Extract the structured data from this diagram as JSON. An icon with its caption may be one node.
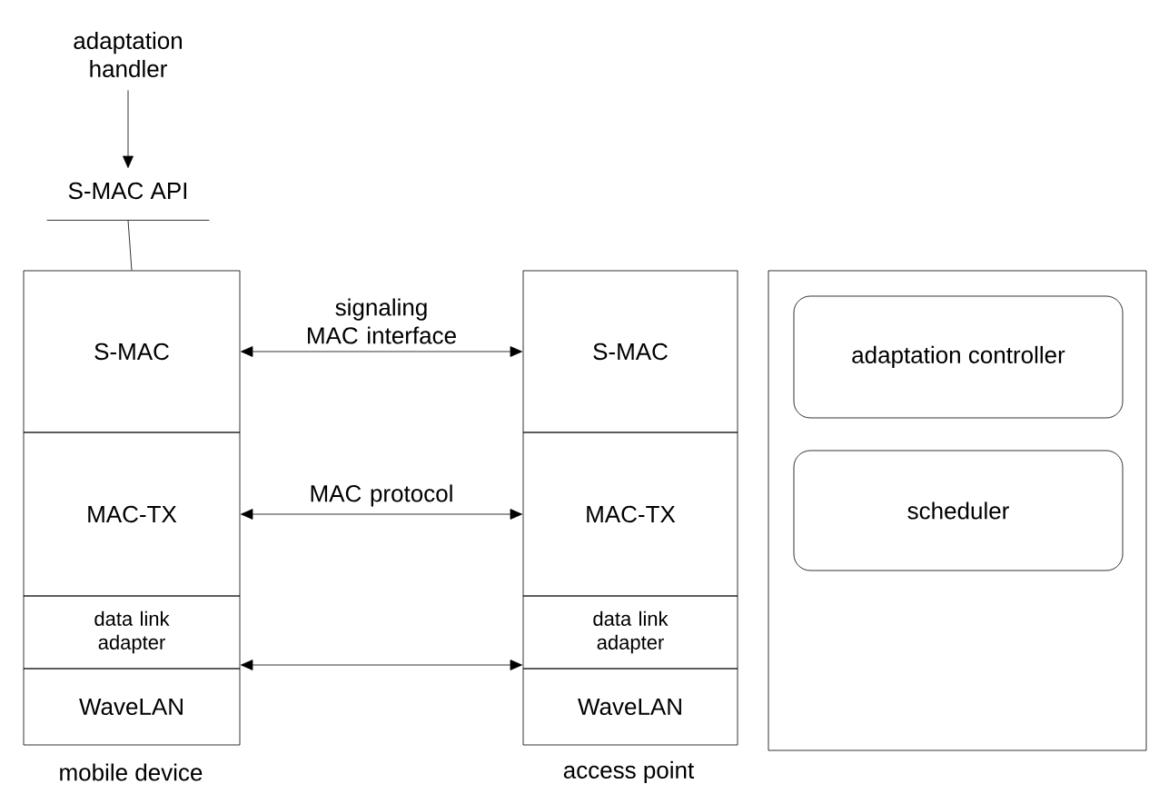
{
  "diagram": {
    "nodes": [
      {
        "text": [
          "adaptation handler"
        ]
      },
      {
        "text": [
          "S-MAC API"
        ]
      },
      {
        "text": [
          "S-MAC"
        ]
      },
      {
        "text": [
          "MAC-TX"
        ]
      },
      {
        "text": [
          "data link adapter"
        ]
      },
      {
        "text": [
          "WaveLAN"
        ]
      },
      {
        "text": [
          "S-MAC"
        ]
      },
      {
        "text": [
          "MAC-TX"
        ]
      },
      {
        "text": [
          "data link adapter"
        ]
      },
      {
        "text": [
          "WaveLAN"
        ]
      },
      {
        "text": [],
        "shape": "box"
      },
      {
        "text": [
          "adaptation controller"
        ],
        "in": 10
      },
      {
        "text": [
          "scheduler"
        ],
        "in": 10
      }
    ],
    "edges": [
      {
        "from": 0,
        "to": 1,
        "arrow": "to"
      },
      {
        "from": 1,
        "to": 2,
        "arrow": "none"
      },
      {
        "from": 2,
        "to": 6,
        "arrow": "both",
        "label": "signaling MAC interface"
      },
      {
        "from": 3,
        "to": 7,
        "arrow": "both",
        "label": "MAC protocol"
      },
      {
        "from": 4,
        "to": 8,
        "arrow": "both"
      }
    ],
    "labels": [
      "mobile device",
      "access point"
    ]
  }
}
